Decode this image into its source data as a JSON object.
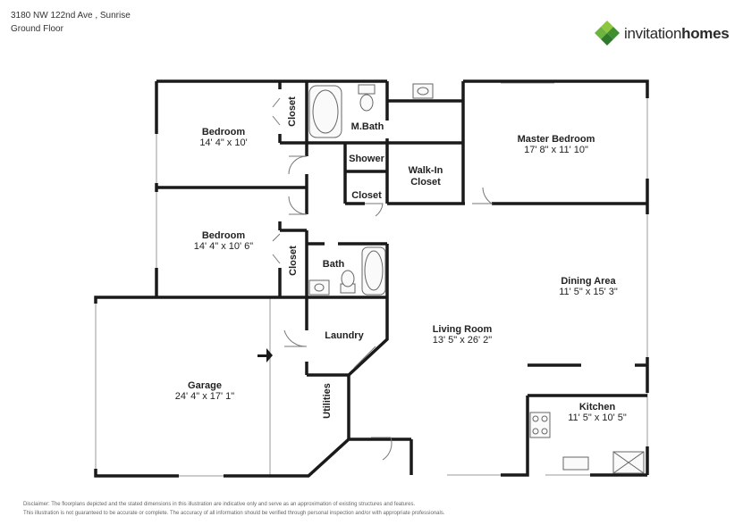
{
  "header": {
    "address": "3180 NW 122nd Ave , Sunrise",
    "floor": "Ground Floor"
  },
  "brand": {
    "name_light": "invitation",
    "name_bold": "homes",
    "logo_icon": "invitation-homes-logo-icon",
    "colors": {
      "green_dark": "#3f8f2f",
      "green_light": "#8dc63f"
    }
  },
  "rooms": {
    "bedroom1": {
      "name": "Bedroom",
      "dims": "14' 4\" x 10'"
    },
    "bedroom2": {
      "name": "Bedroom",
      "dims": "14' 4\" x 10' 6\""
    },
    "closet1": {
      "name": "Closet"
    },
    "closet2": {
      "name": "Closet"
    },
    "closet3": {
      "name": "Closet"
    },
    "mbath": {
      "name": "M.Bath"
    },
    "shower": {
      "name": "Shower"
    },
    "walkin": {
      "name": "Walk-In Closet",
      "line1": "Walk-In",
      "line2": "Closet"
    },
    "master": {
      "name": "Master Bedroom",
      "dims": "17' 8\" x 11' 10\""
    },
    "bath": {
      "name": "Bath"
    },
    "laundry": {
      "name": "Laundry"
    },
    "utilities": {
      "name": "Utilities"
    },
    "living": {
      "name": "Living Room",
      "dims": "13' 5\" x 26' 2\""
    },
    "dining": {
      "name": "Dining Area",
      "dims": "11' 5\" x 15' 3\""
    },
    "kitchen": {
      "name": "Kitchen",
      "dims": "11' 5\" x 10' 5\""
    },
    "garage": {
      "name": "Garage",
      "dims": "24' 4\" x 17' 1\""
    }
  },
  "disclaimer": {
    "line1": "Disclaimer: The floorplans depicted and the stated dimensions in this illustration are indicative only and serve as an approximation of existing structures and features.",
    "line2": "This illustration is not guaranteed to be accurate or complete. The accuracy of all information should be verified through personal inspection and/or with appropriate professionals."
  }
}
